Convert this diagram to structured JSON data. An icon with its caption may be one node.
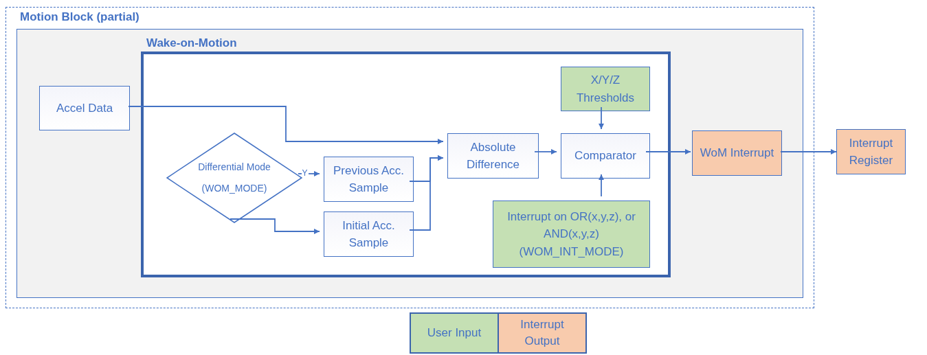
{
  "diagram": {
    "nodes": [
      {
        "text": [
          "Motion Block (partial)"
        ]
      },
      {
        "text": [],
        "shape": "box",
        "in": 0
      },
      {
        "text": [
          "Wake-on-Motion"
        ],
        "in": 1
      },
      {
        "text": [
          "Accel Data"
        ],
        "in": 1
      },
      {
        "text": [
          "X/Y/Z Thresholds"
        ],
        "in": 2
      },
      {
        "text": [
          "Absolute Difference"
        ],
        "in": 2
      },
      {
        "text": [
          "Comparator"
        ],
        "in": 2
      },
      {
        "text": [
          "Differential Mode (WOM_MODE)"
        ],
        "in": 2
      },
      {
        "text": [
          "Previous Acc. Sample"
        ],
        "in": 2
      },
      {
        "text": [
          "Initial Acc. Sample"
        ],
        "in": 2
      },
      {
        "text": [
          "Interrupt on OR(x,y,z), or AND(x,y,z) (WOM_INT_MODE)"
        ],
        "in": 2
      },
      {
        "text": [
          "WoM Interrupt"
        ],
        "in": 1
      },
      {
        "text": [
          "Interrupt Register"
        ]
      }
    ],
    "edges": [
      {
        "from": 3,
        "to": 5,
        "arrow": "to"
      },
      {
        "from": 7,
        "to": 8,
        "arrow": "to",
        "label": "Y"
      },
      {
        "from": 7,
        "to": 9,
        "arrow": "to"
      },
      {
        "from": 8,
        "to": 5,
        "arrow": "to"
      },
      {
        "from": 9,
        "to": 5,
        "arrow": "to"
      },
      {
        "from": 5,
        "to": 6,
        "arrow": "to"
      },
      {
        "from": 4,
        "to": 6,
        "arrow": "to"
      },
      {
        "from": 10,
        "to": 6,
        "arrow": "to"
      },
      {
        "from": 6,
        "to": 11,
        "arrow": "to"
      },
      {
        "from": 11,
        "to": 12,
        "arrow": "to"
      }
    ],
    "legend": [
      {
        "text": "User Input",
        "color": "#c5e0b4"
      },
      {
        "text": "Interrupt Output",
        "color": "#f8cbad"
      }
    ]
  }
}
